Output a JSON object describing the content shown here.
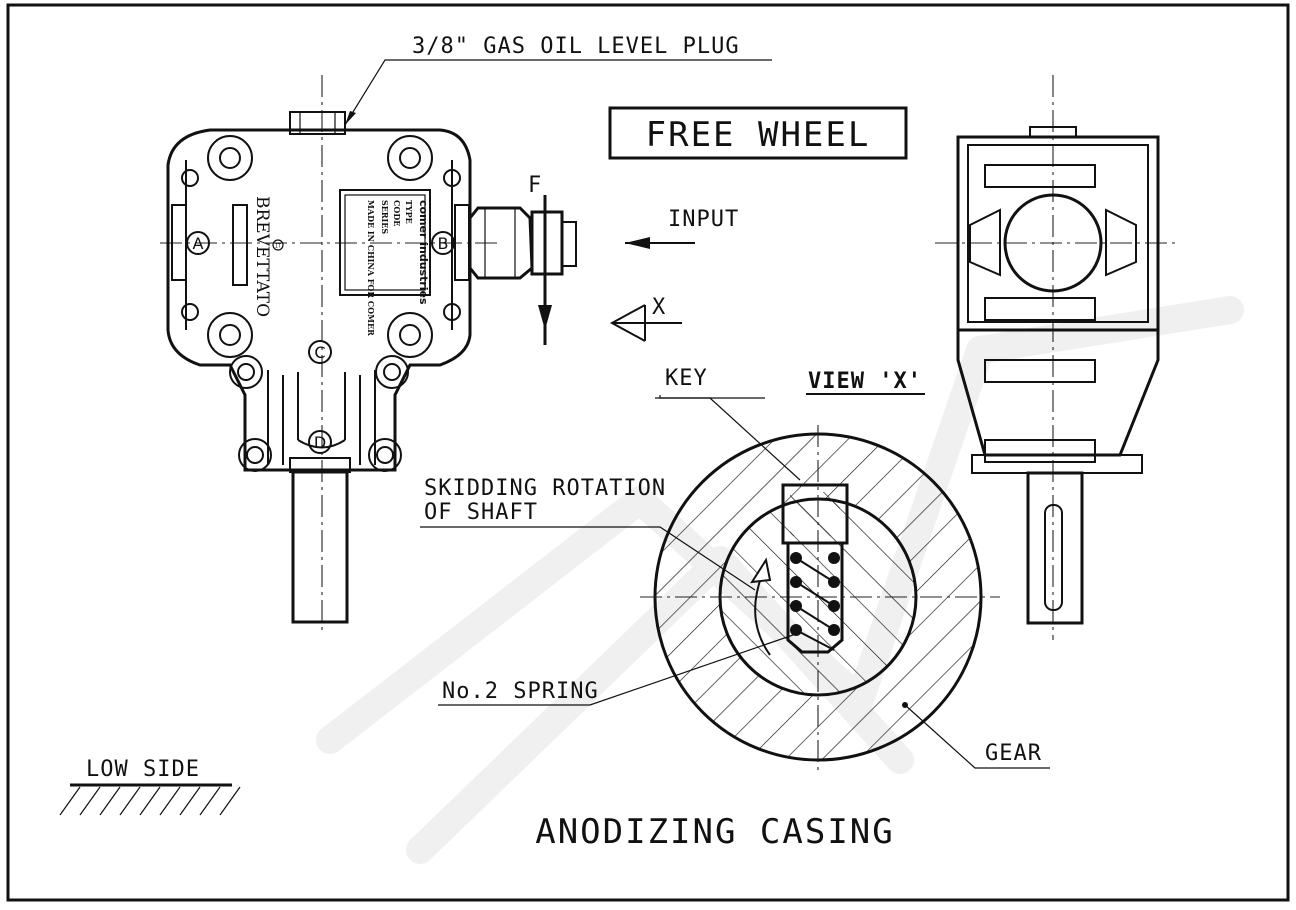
{
  "labels": {
    "oil_plug": "3/8\" GAS OIL LEVEL PLUG",
    "title": "FREE WHEEL",
    "input": "INPUT",
    "force": "F",
    "view_arrow": "X",
    "view_title": "VIEW 'X'",
    "key": "KEY",
    "skidding_line1": "SKIDDING ROTATION",
    "skidding_line2": "OF SHAFT",
    "spring": "No.2 SPRING",
    "gear": "GEAR",
    "low_side": "LOW SIDE",
    "casing": "ANODIZING CASING"
  },
  "points": {
    "a": "A",
    "b": "B",
    "c": "C",
    "d": "D"
  },
  "nameplate": {
    "brand": "comer industries",
    "type": "TYPE",
    "code": "CODE",
    "series": "SERIES",
    "origin": "MADE IN CHINA FOR COMER"
  },
  "brevettato": "BREVETTATO",
  "patent_mark": "IT"
}
